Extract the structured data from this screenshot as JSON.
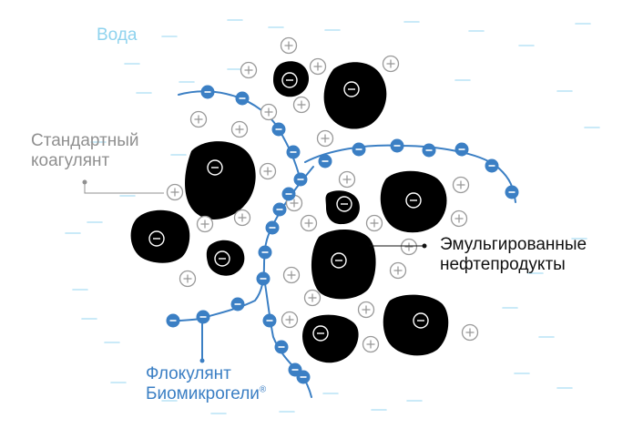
{
  "labels": {
    "water": "Вода",
    "coagulant_line1": "Стандартный",
    "coagulant_line2": "коагулянт",
    "emulsified_line1": "Эмульгированные",
    "emulsified_line2": "нефтепродукты",
    "flocculant_line1": "Флокулянт",
    "flocculant_line2": "Биомикрогели",
    "flocculant_mark": "®"
  },
  "symbols": {
    "positive": "+",
    "negative": "−"
  },
  "colors": {
    "water_label": "#8fd3ee",
    "water_dash": "#b9e3f5",
    "gray_text": "#909090",
    "plus_stroke": "#9a9a9a",
    "blob": "#000000",
    "bead": "#3b7fc4",
    "chain": "#3b7fc4",
    "floc_text": "#3b7fc4",
    "black_text": "#111111"
  }
}
